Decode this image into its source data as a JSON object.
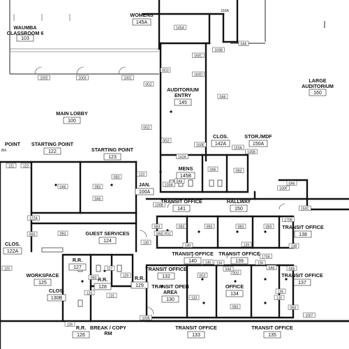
{
  "rooms": [
    {
      "id": "r-waumba",
      "name": "WAUMBA",
      "name2": "CLASSROOM 6",
      "number": "103"
    },
    {
      "id": "r-womens",
      "name": "WOMENS",
      "number": "145A"
    },
    {
      "id": "r-large-aud",
      "name": "LARGE",
      "name2": "AUDITORIUM",
      "number": "160"
    },
    {
      "id": "r-aud-entry",
      "name": "AUDITORIUM",
      "name2": "ENTRY",
      "number": "145"
    },
    {
      "id": "r-main-lobby",
      "name": "MAIN LOBBY",
      "number": "100"
    },
    {
      "id": "r-clos-142a",
      "name": "CLOS.",
      "number": "142A"
    },
    {
      "id": "r-stor-mdf",
      "name": "STOR./MDF",
      "number": "150A"
    },
    {
      "id": "r-starting-122",
      "name": "STARTING POINT",
      "number": "122"
    },
    {
      "id": "r-starting-123",
      "name": "STARTING POINT",
      "number": "123"
    },
    {
      "id": "r-mens",
      "name": "MENS",
      "number": "145B"
    },
    {
      "id": "r-jan",
      "name": "JAN.",
      "number": "100A"
    },
    {
      "id": "r-transit-141",
      "name": "TRANSIT OFFICE",
      "number": "141"
    },
    {
      "id": "r-hallway",
      "name": "HALLWAY",
      "number": "150"
    },
    {
      "id": "r-transit-138",
      "name": "TRANSIT OFFICE",
      "number": "138"
    },
    {
      "id": "r-guest",
      "name": "GUEST SERVICES",
      "number": "124"
    },
    {
      "id": "r-clos-122a",
      "name": "CLOS.",
      "number": "122A"
    },
    {
      "id": "r-rr-127",
      "name": "R.R.",
      "number": "127"
    },
    {
      "id": "r-workspace",
      "name": "WORKSPACE",
      "number": "125"
    },
    {
      "id": "r-rr-128",
      "name": "R.R.",
      "number": "128"
    },
    {
      "id": "r-rr-129",
      "name": "R.R.",
      "number": "129"
    },
    {
      "id": "r-clos-130b",
      "name": "CLOS.",
      "number": "130B"
    },
    {
      "id": "r-transit-140",
      "name": "TRANSIT OFFICE",
      "number": "140"
    },
    {
      "id": "r-transit-139",
      "name": "TRANSIT OFFICE",
      "number": "139"
    },
    {
      "id": "r-transit-132",
      "name": "TRANSIT OFFICE",
      "number": "132"
    },
    {
      "id": "r-open-area",
      "name": "TRANSIT OPEN",
      "name2": "AREA",
      "number": "130"
    },
    {
      "id": "r-office-134",
      "name": "OFFICE",
      "number": "134"
    },
    {
      "id": "r-transit-137",
      "name": "TRANSIT OFFICE",
      "number": "137"
    },
    {
      "id": "r-rr-126",
      "name": "R.R.",
      "number": "126"
    },
    {
      "id": "r-break",
      "name": "BREAK / COPY",
      "name2": "RM",
      "number": ""
    },
    {
      "id": "r-transit-133",
      "name": "TRANSIT OFFICE",
      "number": "133"
    },
    {
      "id": "r-transit-135",
      "name": "TRANSIT OFFICE",
      "number": "135"
    }
  ],
  "partial_labels": {
    "left_point": "POINT",
    "left_inf": "INF.",
    "top_right_code": "160A"
  },
  "tags": [
    "145A",
    "160B",
    "0A6",
    "0G3",
    "160C",
    "0G2",
    "160D",
    "0A6",
    "0G2",
    "0G2",
    "160E",
    "150A",
    "145B",
    "142A",
    "0A6",
    "0B3",
    "0A6",
    "0B3",
    "0A6",
    "0B3",
    "0B3",
    "0B3",
    "0B3",
    "0B3",
    "0A6",
    "0G2",
    "0G2",
    "0A6",
    "100A",
    "100B",
    "160F",
    "150C",
    "170A",
    "170B",
    "0A6",
    "1002",
    "1003",
    "1001",
    "121",
    "122",
    "122A",
    "123",
    "126",
    "126",
    "125",
    "127",
    "129",
    "130",
    "131",
    "133",
    "135",
    "136",
    "139",
    "138",
    "140",
    "140",
    "134",
    "136",
    "1006",
    "1007",
    "0A6",
    "0B3",
    "0B3",
    "0B3",
    "0B3",
    "0B3",
    "0B3",
    "0A6",
    "0A6",
    "0G2"
  ]
}
